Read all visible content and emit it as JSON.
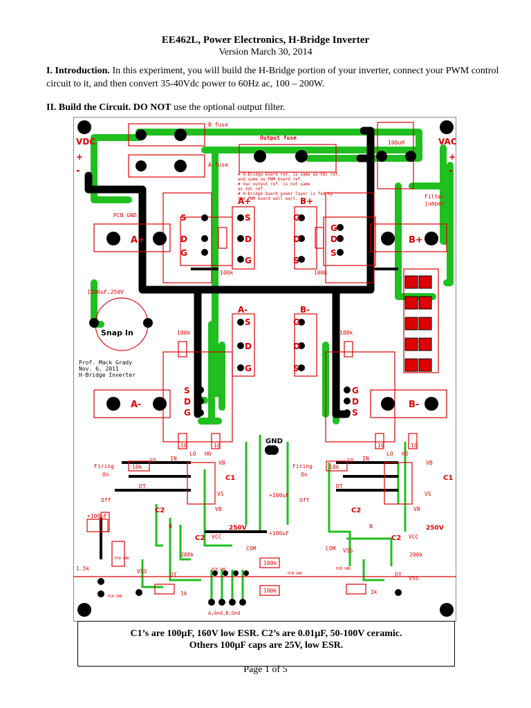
{
  "doc": {
    "title": "EE462L, Power Electronics, H-Bridge Inverter",
    "version": "Version March 30, 2014",
    "intro_heading": "I.  Introduction.",
    "intro_text": " In this experiment, you will build the H-Bridge portion of your inverter, connect your PWM control circuit to it, and then convert 35-40Vdc power to 60Hz ac, 100 – 200W.",
    "build_heading": "II.  Build the Circuit.",
    "build_bold": "DO NOT",
    "build_text": " use the optional output filter.",
    "note_line1": "C1’s are 100µF, 160V low ESR. C2’s are 0.01µF, 50-100V ceramic.",
    "note_line2": "Others 100µF caps are 25V, low ESR.",
    "page": "Page 1 of 5"
  },
  "board": {
    "labels": {
      "b_fuse": "B fuse",
      "a_fuse": "A fuse",
      "output_fuse": "Output fuse",
      "vdc": "VDC",
      "vac": "VAC",
      "plus": "+",
      "minus": "-",
      "l100uh": "100uH",
      "filter1": "Filter",
      "filter2": "jumper",
      "pcb_gnd": "PCB GND",
      "aplus": "A+",
      "bplus": "B+",
      "aminus": "A-",
      "bminus": "B-",
      "cap": "1500uF,250V",
      "snap": "Snap In",
      "prof1": "Prof. Mack Grady",
      "prof2": "Nov. 6, 2011",
      "prof3": "H-Bridge Inverter",
      "note1": "# H-Bridge board ref. is same as Vdc ref,",
      "note2": "  and same as PWM board ref.",
      "note3": "# Vac output ref. is not same",
      "note4": "  as Vdc ref.",
      "note5": "# H-Bridge board power layer is fed by",
      "note6": "  the PWM board wall wart.",
      "r100k": "100k",
      "r10": "10",
      "r10k": "10k",
      "r1k": "1k",
      "r1_5k": "1.5k",
      "r200k": "200k",
      "S": "S",
      "D": "D",
      "G": "G",
      "gnd": "GND",
      "firing": "Firing",
      "on": "On",
      "off": "Off",
      "sd": "SD",
      "in": "IN",
      "lo": "LO",
      "ho": "HO",
      "dt": "DT",
      "vb": "VB",
      "vs": "VS",
      "vcc": "VCC",
      "vss": "VSS",
      "com": "COM",
      "c1": "C1",
      "c2": "C2",
      "n": "N",
      "z250": "250V",
      "uf100": "+100uF",
      "agbg": "A,Gnd,B,Gnd"
    }
  }
}
